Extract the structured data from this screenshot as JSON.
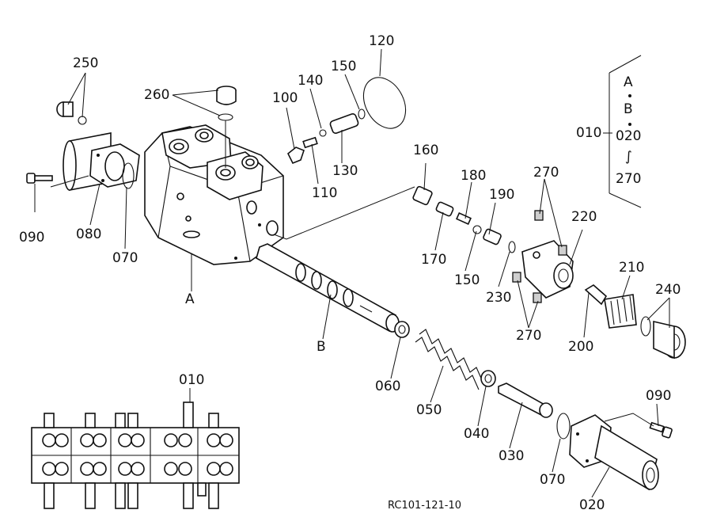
{
  "callouts": [
    {
      "id": "c250a",
      "text": "250"
    },
    {
      "id": "c260",
      "text": "260"
    },
    {
      "id": "c100",
      "text": "100"
    },
    {
      "id": "c140",
      "text": "140"
    },
    {
      "id": "c150a",
      "text": "150"
    },
    {
      "id": "c120",
      "text": "120"
    },
    {
      "id": "c110",
      "text": "110"
    },
    {
      "id": "c130",
      "text": "130"
    },
    {
      "id": "c090a",
      "text": "090"
    },
    {
      "id": "c080",
      "text": "080"
    },
    {
      "id": "c070a",
      "text": "070"
    },
    {
      "id": "cA",
      "text": "A"
    },
    {
      "id": "c160",
      "text": "160"
    },
    {
      "id": "c180",
      "text": "180"
    },
    {
      "id": "c170",
      "text": "170"
    },
    {
      "id": "c190",
      "text": "190"
    },
    {
      "id": "c150b",
      "text": "150"
    },
    {
      "id": "c270a",
      "text": "270"
    },
    {
      "id": "c220",
      "text": "220"
    },
    {
      "id": "c230",
      "text": "230"
    },
    {
      "id": "c270b",
      "text": "270"
    },
    {
      "id": "c210",
      "text": "210"
    },
    {
      "id": "c240",
      "text": "240"
    },
    {
      "id": "c200",
      "text": "200"
    },
    {
      "id": "cB",
      "text": "B"
    },
    {
      "id": "c060",
      "text": "060"
    },
    {
      "id": "c050",
      "text": "050"
    },
    {
      "id": "c040",
      "text": "040"
    },
    {
      "id": "c030",
      "text": "030"
    },
    {
      "id": "c090b",
      "text": "090"
    },
    {
      "id": "c070b",
      "text": "070"
    },
    {
      "id": "c020b",
      "text": "020"
    },
    {
      "id": "c010b",
      "text": "010"
    }
  ],
  "legend_box": {
    "code_010": "010",
    "line_a": "A",
    "line_b": "B",
    "line_020": "020",
    "tilde": "∫",
    "line_270": "270"
  },
  "figure_code": "RC101-121-10"
}
